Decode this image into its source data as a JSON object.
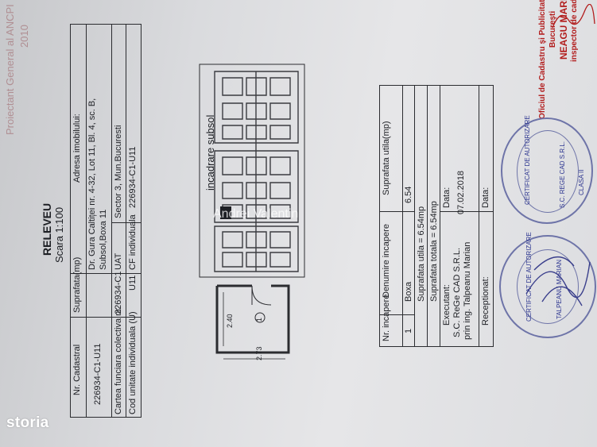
{
  "title": "RELEVEU",
  "scale": "Scara 1:100",
  "top_faint": "Proiectant General al ANCPI",
  "top_faint2": "2010",
  "info_table": {
    "headers": [
      "Nr. Cadastral",
      "Suprafata(mp)",
      "Adresa imobilului:"
    ],
    "cadastral": "226934-C1-U11",
    "address_line1": "Dr. Gura Caltiței nr. 4-32, Lot 11, Bl. 4, sc. B,",
    "address_line2": "Subsol,Boxa 11",
    "row2": [
      "Cartea funciara colectiva nr.",
      "226934-C1",
      "UAT",
      "Sector 3, Mun.Bucuresti"
    ],
    "row3": [
      "Cod unitate individuala (U)",
      "U11",
      "CF individuala",
      "226934-C1-U11"
    ]
  },
  "location_label": "incadrare subsol",
  "plan": {
    "dim_height": "2.40",
    "dim_width": "2.73",
    "room_number": "1"
  },
  "rooms_table": {
    "headers": [
      "Nr. incapere",
      "Denumire incapere",
      "Suprafata utila(mp)"
    ],
    "row": [
      "1",
      "Boxa",
      "6.54"
    ],
    "surface_useful": "Suprafata utila = 6.54mp",
    "surface_total": "Suprafata totala = 6.54mp"
  },
  "executant": {
    "label": "Executant:",
    "company": "S.C. ReGe CAD S.R.L.",
    "engineer": "prin ing. Talpeanu Marian",
    "date_label": "Data:",
    "date": "07.02.2018"
  },
  "receptionat": {
    "label": "Receptionat:",
    "date_label": "Data:"
  },
  "ocpi_stamp": {
    "line1": "Oficiul de Cadastru şi Publicitate Imobiliară",
    "line2": "Bucureşti",
    "name": "NEAGU MARIANA",
    "role": "inspector de cadastru"
  },
  "cert_stamp1": {
    "center": "CERTIFICAT DE AUTORIZARE",
    "company": "S.C. REGE CAD S.R.L.",
    "clasa": "CLASA II"
  },
  "cert_stamp2": {
    "center": "CERTIFICAT DE AUTORIZARE",
    "name": "TALPEANU MARIAN"
  },
  "watermark": "Andrei Valentin",
  "logo": "storia"
}
